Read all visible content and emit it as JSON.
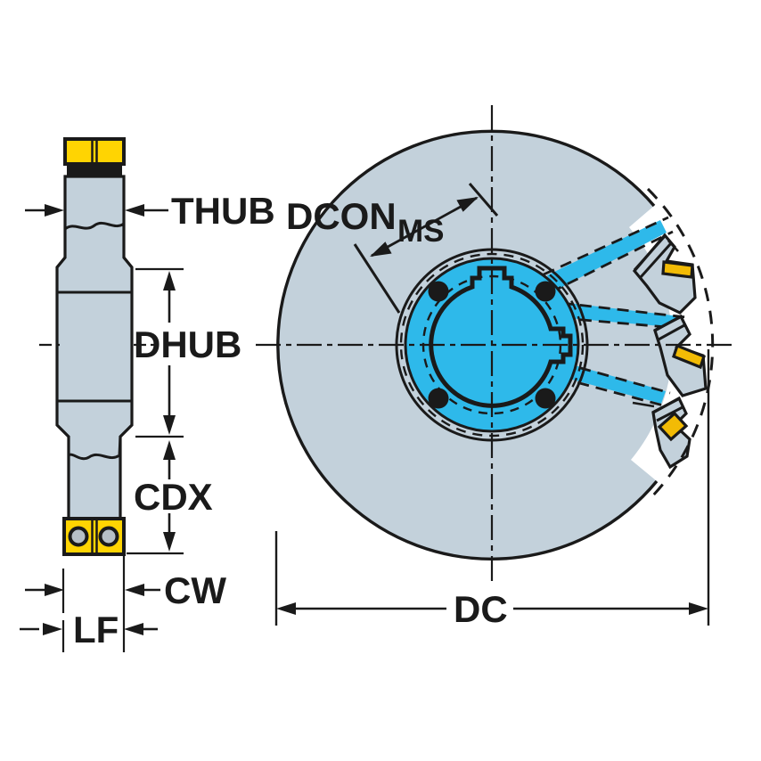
{
  "diagram": {
    "type": "milling-cutter-dimension-drawing",
    "labels": {
      "thub": "THUB",
      "dcon": "DCON",
      "dcon_sub": "MS",
      "dhub": "DHUB",
      "cdx": "CDX",
      "cw": "CW",
      "lf": "LF",
      "dc": "DC"
    },
    "colors": {
      "line": "#1a1a1a",
      "body": "#c3d1db",
      "coolant": "#2eb9ea",
      "insert_side": "#ffd402",
      "insert_front": "#f2bb05",
      "hole": "#b6bfc6",
      "background": "#ffffff"
    }
  }
}
